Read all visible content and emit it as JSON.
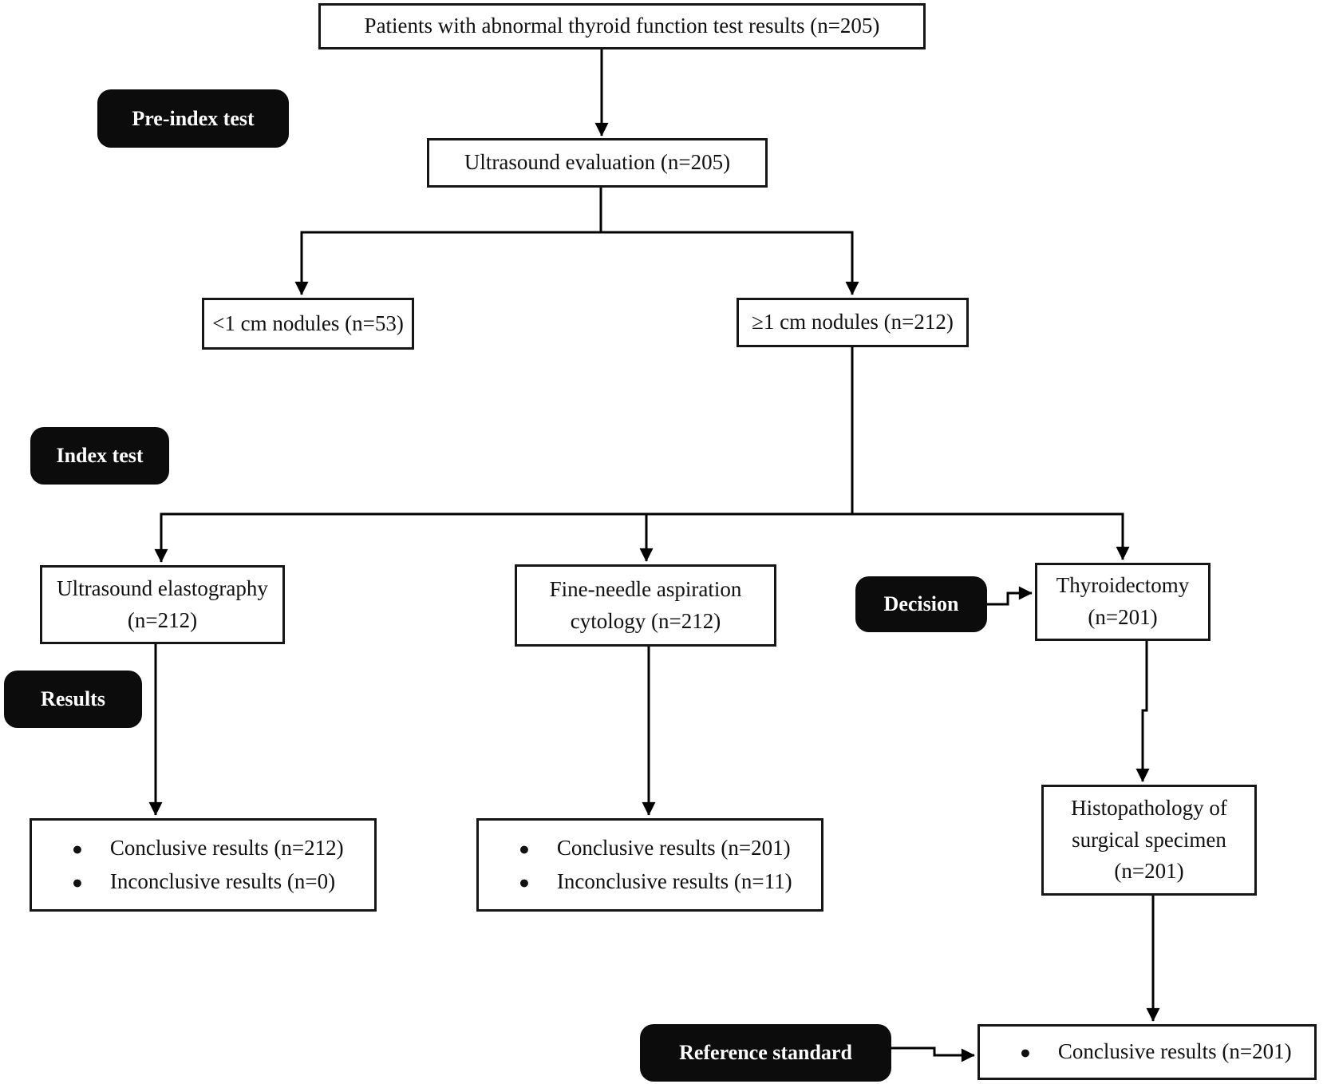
{
  "stage_labels": {
    "pre_index": "Pre-index test",
    "index": "Index test",
    "results": "Results",
    "decision": "Decision",
    "reference": "Reference standard"
  },
  "boxes": {
    "patients": "Patients with abnormal thyroid function test results (n=205)",
    "ultrasound_eval": "Ultrasound evaluation (n=205)",
    "small_nodules": "<1 cm nodules (n=53)",
    "large_nodules": "≥1 cm nodules (n=212)",
    "elastography": {
      "line1": "Ultrasound elastography",
      "line2": "(n=212)"
    },
    "fna": {
      "line1": "Fine-needle aspiration",
      "line2": "cytology (n=212)"
    },
    "thyroidectomy": {
      "line1": "Thyroidectomy",
      "line2": "(n=201)"
    },
    "histopathology": {
      "line1": "Histopathology of",
      "line2": "surgical specimen",
      "line3": "(n=201)"
    },
    "elastography_results": {
      "items": [
        "Conclusive results (n=212)",
        "Inconclusive results (n=0)"
      ]
    },
    "fna_results": {
      "items": [
        "Conclusive results (n=201)",
        "Inconclusive results (n=11)"
      ]
    },
    "reference_results": {
      "items": [
        "Conclusive results (n=201)"
      ]
    }
  },
  "glyphs": {
    "bullet": "●"
  },
  "colors": {
    "background": "#ffffff",
    "box_border": "#161616",
    "line": "#000000",
    "label_bg": "#0c0c0c",
    "label_text": "#ffffff"
  }
}
